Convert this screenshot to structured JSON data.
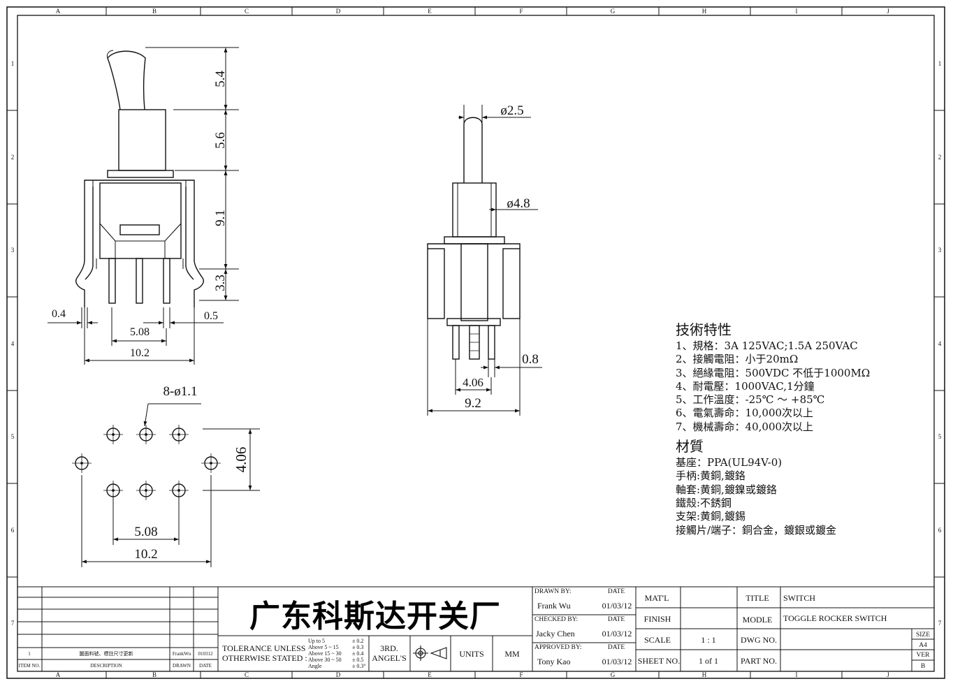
{
  "sheet": {
    "grid_cols": [
      "A",
      "B",
      "C",
      "D",
      "E",
      "F",
      "G",
      "H",
      "I",
      "J"
    ],
    "grid_rows": [
      "1",
      "2",
      "3",
      "4",
      "5",
      "6",
      "7"
    ]
  },
  "dims": {
    "side": {
      "d54": "5.4",
      "d56": "5.6",
      "d91": "9.1",
      "d33": "3.3",
      "d04": "0.4",
      "d05": "0.5",
      "d508": "5.08",
      "d102": "10.2"
    },
    "front": {
      "d25": "ø2.5",
      "d48": "ø4.8",
      "d08": "0.8",
      "d406": "4.06",
      "d92": "9.2"
    },
    "bottom": {
      "holes": "8-ø1.1",
      "d406": "4.06",
      "d508": "5.08",
      "d102": "10.2"
    }
  },
  "specs": {
    "title": "技術特性",
    "items": [
      "1、規格：3A 125VAC;1.5A 250VAC",
      "2、接觸電阻：小于20mΩ",
      "3、絕緣電阻：500VDC 不低于1000MΩ",
      "4、耐電壓：1000VAC,1分鐘",
      "5、工作溫度：-25℃ ～ +85℃",
      "6、電氣壽命：10,000次以上",
      "7、機械壽命：40,000次以上"
    ],
    "material_title": "材質",
    "materials": [
      "基座：PPA(UL94V-0)",
      "手柄:黄銅,鍍鉻",
      "軸套:黄銅,鍍鎳或鍍鉻",
      "鐵殼:不銹鋼",
      "支架:黄銅,鍍錫",
      "接觸片/端子：銅合金，鍍銀或鍍金"
    ]
  },
  "revision": {
    "row": {
      "item": "1",
      "desc": "圖面料號、標註尺寸更新",
      "drawn": "FrankWu",
      "date": "010312"
    },
    "headers": {
      "item": "ITEM NO.",
      "desc": "DESCRIPTION",
      "drawn": "DRAWN",
      "date": "DATE"
    }
  },
  "company": "广东科斯达开关厂",
  "tolerance": {
    "label1": "TOLERANCE UNLESS",
    "label2": "OTHERWISE STATED :",
    "r1": "Up  to  5",
    "v1": "± 0.2",
    "r2": "Above 5  ~ 15",
    "v2": "± 0.3",
    "r3": "Above 15 ~ 30",
    "v3": "± 0.4",
    "r4": "Above 30 ~ 50",
    "v4": "± 0.5",
    "r5": "Angle",
    "v5": "± 0.3°"
  },
  "angles": {
    "line1": "3RD.",
    "line2": "ANGEL'S"
  },
  "units": {
    "label": "UNITS",
    "value": "MM"
  },
  "people": {
    "drawn_label": "DRAWN BY:",
    "drawn_name": "Frank Wu",
    "checked_label": "CHECKED BY:",
    "checked_name": "Jacky Chen",
    "approved_label": "APPROVED BY:",
    "approved_name": "Tony Kao",
    "date_label": "DATE",
    "date": "01/03/12"
  },
  "props": {
    "matl": "MAT'L",
    "finish": "FINISH",
    "scale": "SCALE",
    "scale_val": "1 : 1",
    "sheetno": "SHEET NO.",
    "sheet_val": "1 of 1"
  },
  "title_block": {
    "title_label": "TITLE",
    "title_val": "SWITCH",
    "modle_label": "MODLE",
    "modle_val": "TOGGLE ROCKER SWITCH",
    "dwg_label": "DWG NO.",
    "part_label": "PART NO.",
    "size_label": "SIZE",
    "size_val": "A4",
    "ver_label": "VER",
    "ver_val": "B"
  }
}
